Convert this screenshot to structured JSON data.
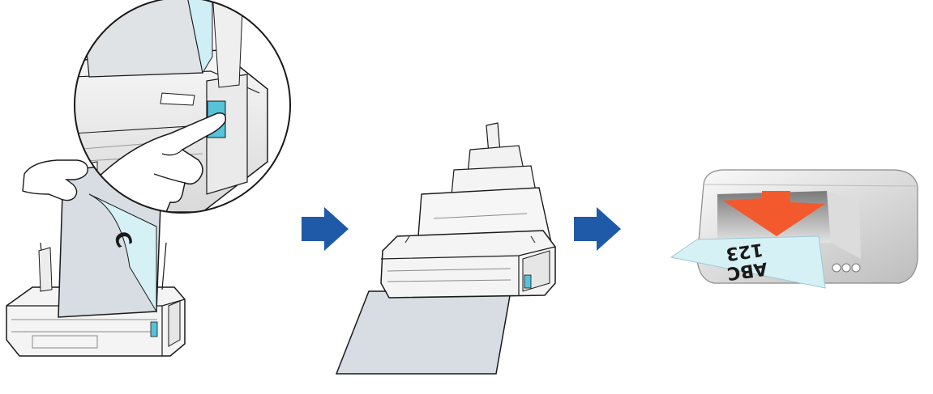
{
  "steps": [
    {
      "id": "load-and-press",
      "icon": "scanner-finger-press-icon"
    },
    {
      "id": "scanning",
      "icon": "scanner-feeding-icon"
    },
    {
      "id": "printing",
      "icon": "printer-output-icon"
    }
  ],
  "arrows": [
    {
      "icon": "arrow-right-icon"
    },
    {
      "icon": "arrow-right-icon"
    }
  ],
  "document_text": {
    "upper_line": "ABC",
    "lower_line": "123",
    "loaded_glyph": "C"
  },
  "colors": {
    "arrow": "#1e5aa8",
    "scan_button": "#56c3d8",
    "paper_tint": "#d6f1f6",
    "print_arrow": "#f25a2e",
    "outline": "#1a1a1a"
  }
}
